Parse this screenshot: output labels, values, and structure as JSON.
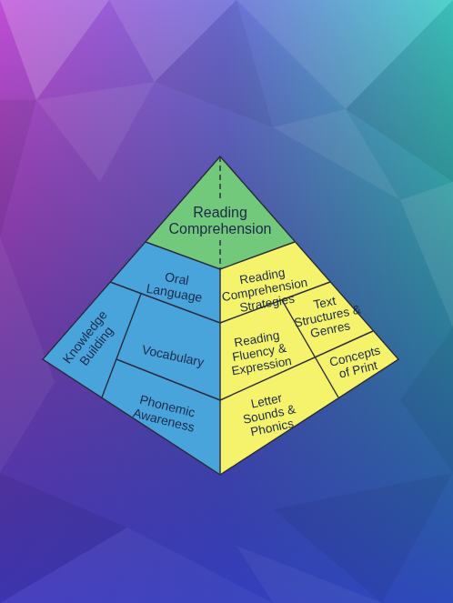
{
  "diagram": {
    "nodes": [
      {
        "text": [
          "Reading Comprehension"
        ]
      },
      {
        "text": [
          "Oral Language"
        ]
      },
      {
        "text": [
          "Knowledge Building"
        ]
      },
      {
        "text": [
          "Vocabulary"
        ]
      },
      {
        "text": [
          "Phonemic Awareness"
        ]
      },
      {
        "text": [
          "Reading Comprehension Strategies"
        ]
      },
      {
        "text": [
          "Reading Fluency & Expression"
        ]
      },
      {
        "text": [
          "Text Structures & Genres"
        ]
      },
      {
        "text": [
          "Letter Sounds & Phonics"
        ]
      },
      {
        "text": [
          "Concepts of Print"
        ]
      }
    ]
  }
}
